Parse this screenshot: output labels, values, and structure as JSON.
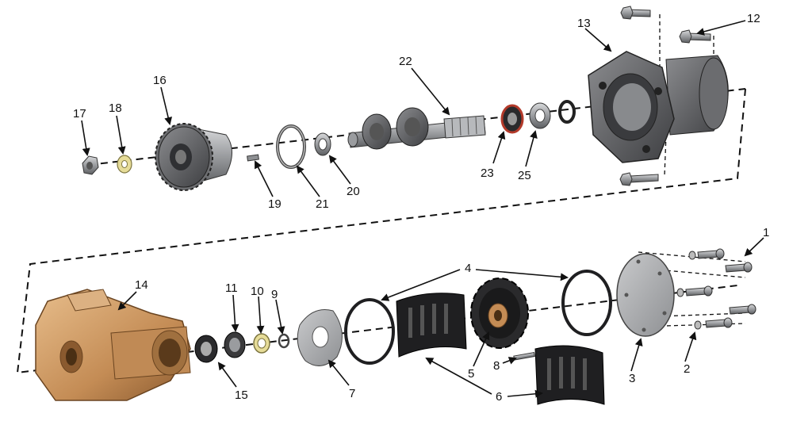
{
  "labels": {
    "p1": "1",
    "p2": "2",
    "p3": "3",
    "p4": "4",
    "p5": "5",
    "p6": "6",
    "p7": "7",
    "p8": "8",
    "p9": "9",
    "p10": "10",
    "p11": "11",
    "p12": "12",
    "p13": "13",
    "p14": "14",
    "p15": "15",
    "p16": "16",
    "p17": "17",
    "p18": "18",
    "p19": "19",
    "p20": "20",
    "p21": "21",
    "p22": "22",
    "p23": "23",
    "p25": "25"
  },
  "colors": {
    "bronze": "#c9955f",
    "bronze_dark": "#8a5a2f",
    "steel": "#a7a9ac",
    "steel_dark": "#58595b",
    "rubber": "#1f1f21",
    "brass_washer": "#e6dc98",
    "red_seal": "#b33a2a"
  }
}
